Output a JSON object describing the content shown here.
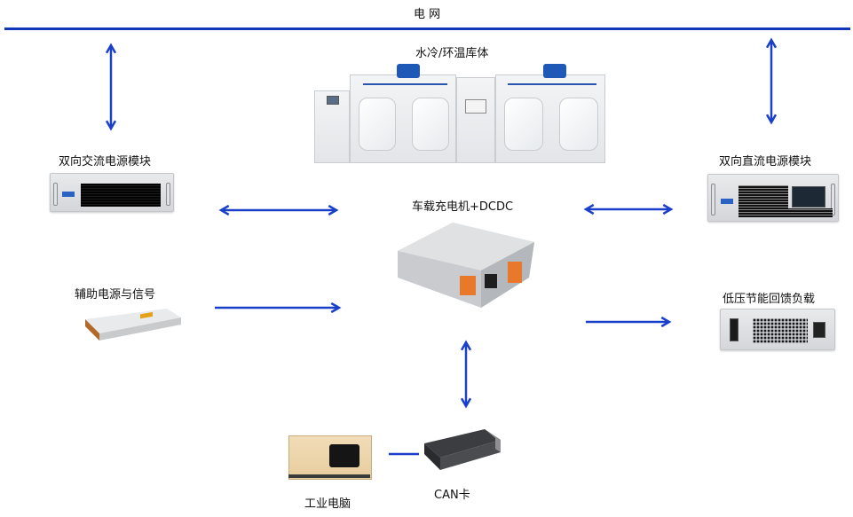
{
  "diagram": {
    "title": "电 网",
    "grid_color": "#1236b8",
    "arrow_color": "#1a3fc9",
    "nodes": {
      "chamber": {
        "label": "水冷/环温库体",
        "icon": "climate-chamber-image"
      },
      "ac_module": {
        "label": "双向交流电源模块",
        "icon": "ac-power-rack-image"
      },
      "dc_module": {
        "label": "双向直流电源模块",
        "icon": "dc-power-rack-image"
      },
      "obc": {
        "label": "车载充电机+DCDC",
        "icon": "obc-dcdc-unit-image"
      },
      "aux": {
        "label": "辅助电源与信号",
        "icon": "aux-power-supply-image"
      },
      "load": {
        "label": "低压节能回馈负载",
        "icon": "regenerative-load-image"
      },
      "ipc": {
        "label": "工业电脑",
        "icon": "industrial-pc-image"
      },
      "can": {
        "label": "CAN卡",
        "icon": "can-card-image"
      }
    },
    "connections": [
      {
        "from": "grid",
        "to": "ac_module",
        "type": "bidirectional"
      },
      {
        "from": "grid",
        "to": "dc_module",
        "type": "bidirectional"
      },
      {
        "from": "ac_module",
        "to": "obc",
        "type": "bidirectional"
      },
      {
        "from": "obc",
        "to": "dc_module",
        "type": "bidirectional"
      },
      {
        "from": "aux",
        "to": "obc",
        "type": "unidirectional"
      },
      {
        "from": "obc",
        "to": "load",
        "type": "unidirectional"
      },
      {
        "from": "obc",
        "to": "can",
        "type": "bidirectional"
      },
      {
        "from": "ipc",
        "to": "can",
        "type": "line"
      }
    ]
  }
}
